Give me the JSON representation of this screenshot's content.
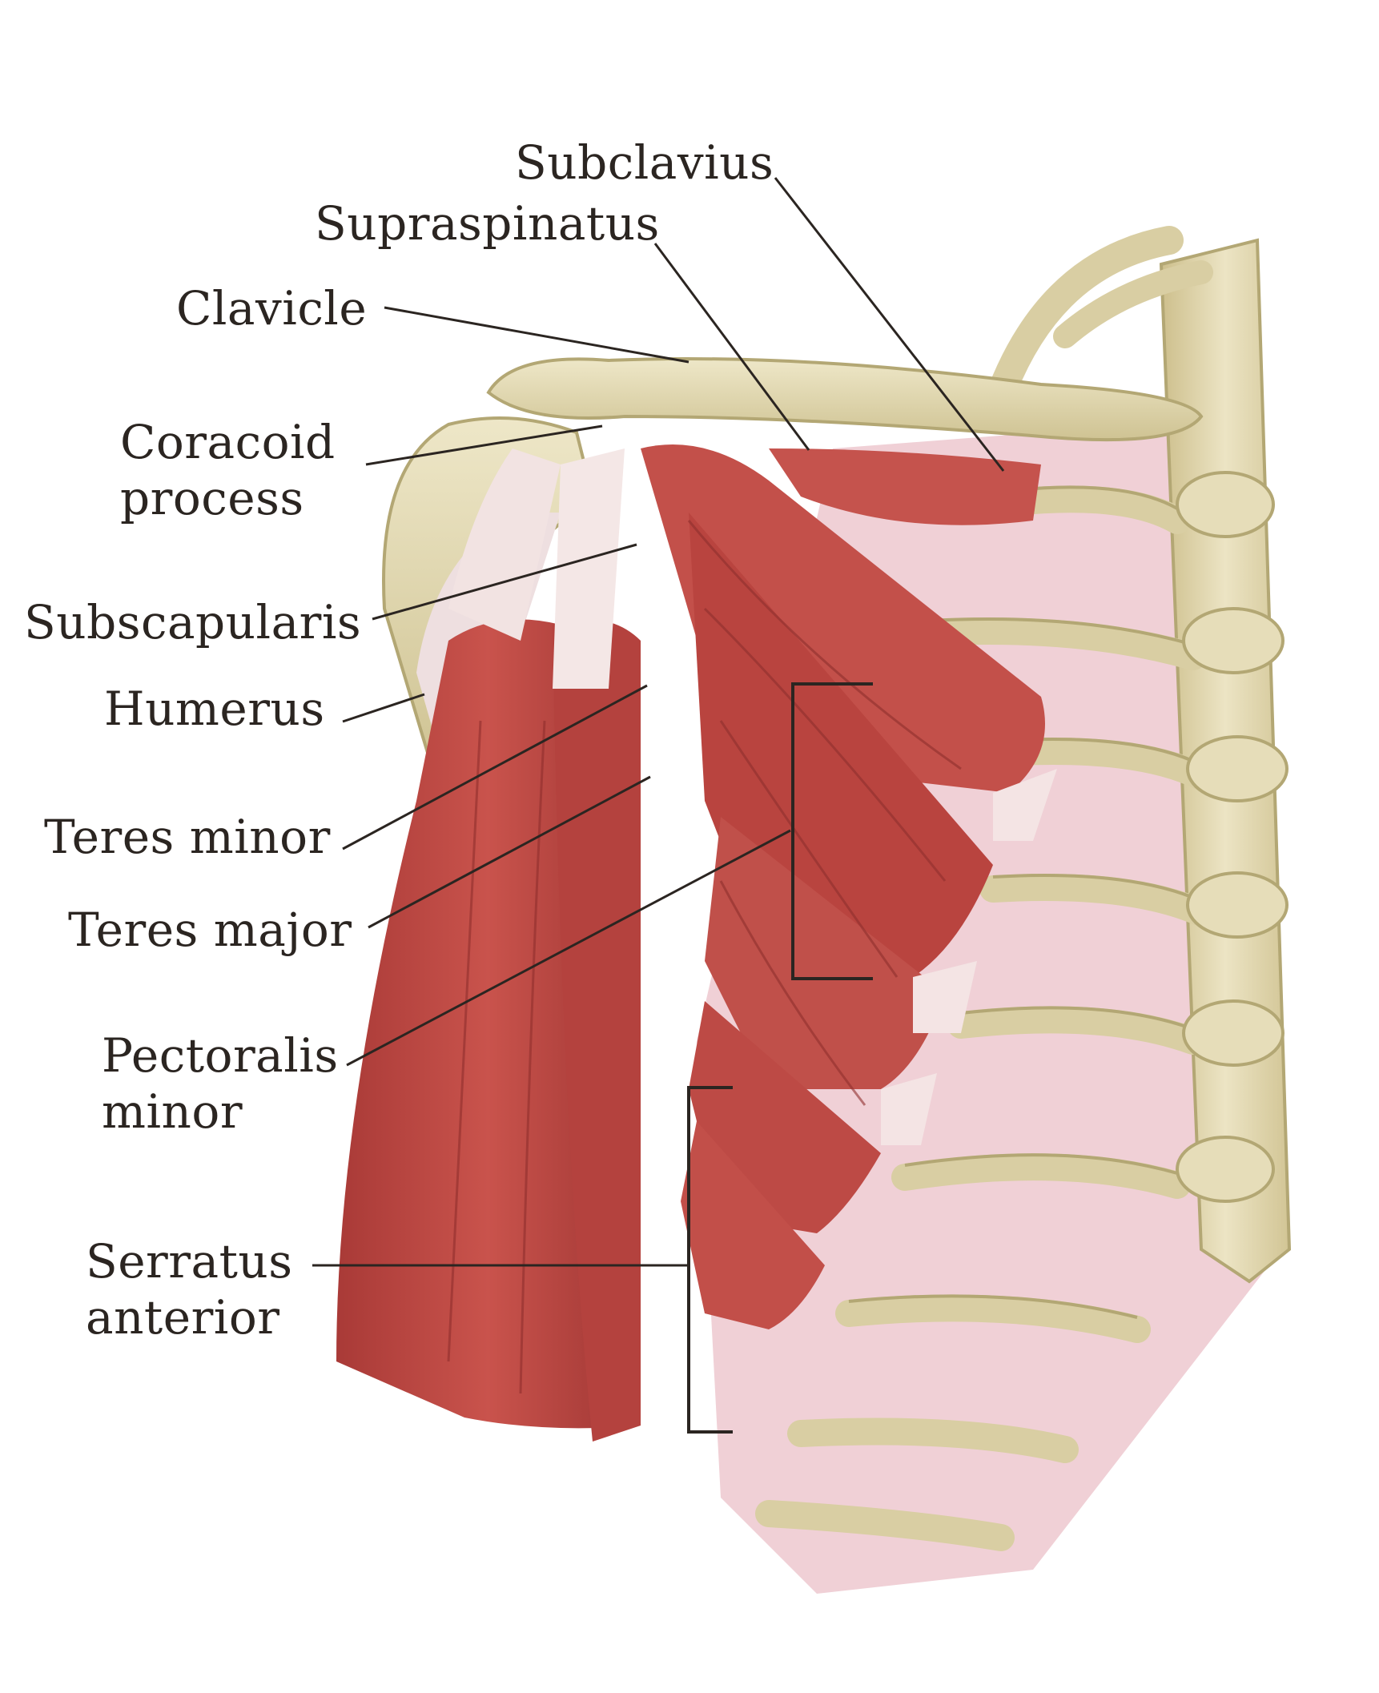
{
  "labels": {
    "subclavius": "Subclavius",
    "supraspinatus": "Supraspinatus",
    "clavicle": "Clavicle",
    "coracoid_l1": "Coracoid",
    "coracoid_l2": "process",
    "subscapularis": "Subscapularis",
    "humerus": "Humerus",
    "teres_minor": "Teres minor",
    "teres_major": "Teres major",
    "pectoralis_l1": "Pectoralis",
    "pectoralis_l2": "minor",
    "serratus_l1": "Serratus",
    "serratus_l2": "anterior"
  },
  "colors": {
    "background": "#ffffff",
    "bone": "#e4dcb8",
    "bone_shadow": "#b9ae7d",
    "muscle": "#c24a44",
    "muscle_dark": "#8f2f2d",
    "tendon": "#f3e6e4",
    "intercostal": "#f1d3d8",
    "leader_line": "#2b2521"
  }
}
